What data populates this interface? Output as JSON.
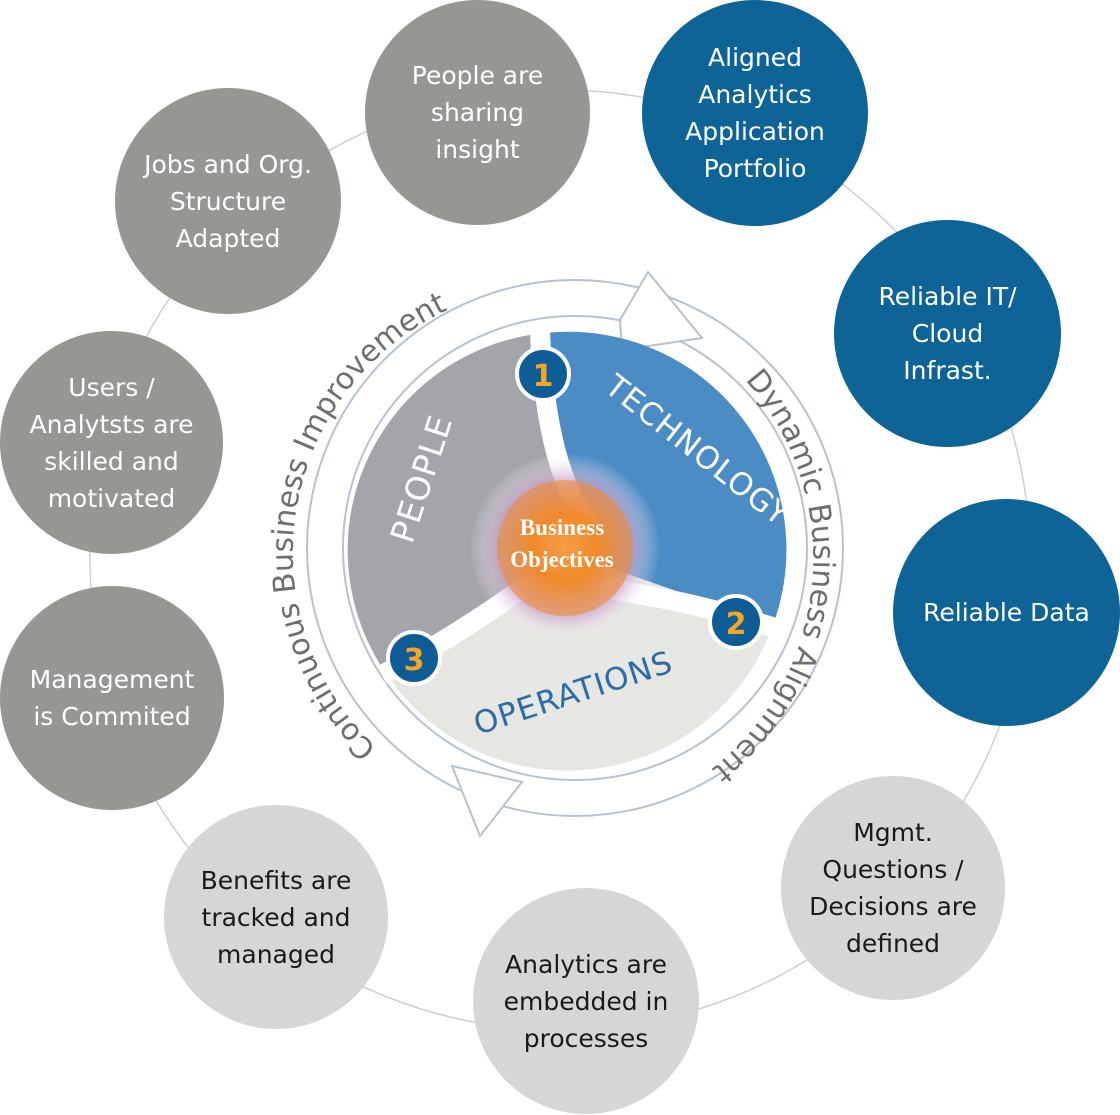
{
  "center": {
    "label": "Business\nObjectives"
  },
  "segments": {
    "people": "PEOPLE",
    "technology": "TECHNOLOGY",
    "operations": "OPERATIONS"
  },
  "badges": [
    "1",
    "2",
    "3"
  ],
  "ring_labels": {
    "left": "Continuous Business Improvement",
    "right": "Dynamic Business Alignment"
  },
  "bubbles": {
    "people_sharing": "People are\nsharing\ninsight",
    "jobs_org": "Jobs and Org.\nStructure\nAdapted",
    "users": "Users /\nAnalytsts are\nskilled and\nmotivated",
    "management": "Management\nis Commited",
    "benefits": "Benefits are\ntracked and\nmanaged",
    "analytics": "Analytics are\nembedded in\nprocesses",
    "mgmt_questions": "Mgmt.\nQuestions /\nDecisions are\ndefined",
    "aligned": "Aligned\nAnalytics\nApplication\nPortfolio",
    "reliable_it": "Reliable IT/\nCloud\nInfrast.",
    "reliable_data": "Reliable Data"
  },
  "colors": {
    "grey_bubble": "#969693",
    "blue_bubble": "#0f6497",
    "light_bubble": "#d6d6d6",
    "people_segment": "#a4a5aa",
    "technology_segment": "#4b8cc4",
    "operations_segment": "#e6e6e2",
    "center_glow": "#f08a2a",
    "badge": "#0f5d96",
    "badge_number": "#f5a623",
    "ring_text": "#6e6e6e",
    "operations_text": "#2a6ca8"
  }
}
